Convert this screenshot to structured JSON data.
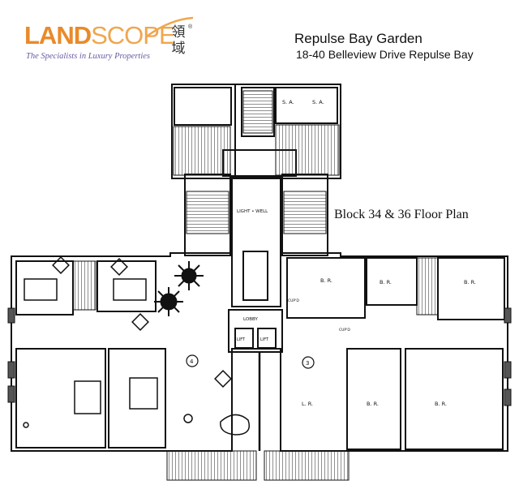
{
  "logo": {
    "brand_a": "LAN",
    "brand_b": "D",
    "brand_c": "SCOPE",
    "cjk_1": "領",
    "cjk_2": "域",
    "registered": "®",
    "tagline": "The Specialists in Luxury Properties",
    "colors": {
      "orange": "#e98a2a",
      "light_orange": "#f0a64e",
      "purple": "#6b5aa3"
    }
  },
  "header": {
    "title": "Repulse Bay Garden",
    "address": "18-40 Belleview Drive Repulse Bay"
  },
  "plan": {
    "label": "Block 34 & 36 Floor Plan",
    "rooms": {
      "sa1": "S. A.",
      "sa2": "S. A.",
      "light_well": "LIGHT • WELL",
      "br_1": "B. R.",
      "br_2": "B. R.",
      "br_3": "B. R.",
      "br_4": "B. R.",
      "br_5": "B. R.",
      "lr": "L. R.",
      "lobby": "LOBBY",
      "lift_1": "LIFT",
      "lift_2": "LIFT",
      "cupd_1": "CUP'D",
      "cupd_2": "CUP'D",
      "unit_3": "3",
      "unit_4": "4"
    }
  }
}
